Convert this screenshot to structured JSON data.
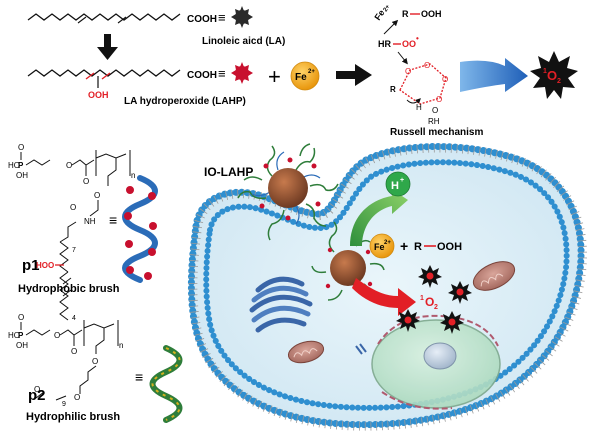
{
  "colors": {
    "membrane_head": "#2f8fd0",
    "membrane_tail": "#8c8c8c",
    "cytoplasm": "#d9ecf5",
    "nucleus": "#bfe3cf",
    "peroxide_red": "#e21f26",
    "fe_orange": "#f2a81c",
    "arrow_blue": "#1f6fc4",
    "arrow_green": "#3aa04a",
    "singlet_oxygen_dark": "#111111",
    "helix_blue": "#2b6cb8",
    "helix_green": "#2e7d3a",
    "iron_oxide_core": "#8b4a2b"
  },
  "icons": {
    "la_burst": "dark-spiky-ball-icon",
    "lahp_burst": "red-spiky-ball-icon",
    "singlet_oxygen": "skull-burst-icon"
  },
  "top": {
    "la_formula_suffix": "COOH",
    "la_label": "Linoleic aicd (LA)",
    "lahp_formula_suffix": "COOH",
    "lahp_ooh": "OOH",
    "lahp_label": "LA hydroperoxide (LAHP)",
    "equiv": "≡",
    "plus": "+",
    "fe_label": "Fe",
    "fe_charge": "2+"
  },
  "russell": {
    "fe_tag": "Fe",
    "fe_tag_charge": "2+",
    "r_ooh_r": "R",
    "r_ooh_ooh": "OOH",
    "hr_label": "HR",
    "oo_label": "OO",
    "oo_charge": "•",
    "o_ring": "O",
    "r_label": "R",
    "h_label": "H",
    "rh_label": "RH",
    "o_h": "O",
    "singlet_label": "O",
    "singlet_pre": "1",
    "singlet_sub": "2",
    "caption": "Russell mechanism"
  },
  "p1": {
    "o_top": "O",
    "o_mid": "O",
    "p_label": "P",
    "ho1": "HO",
    "oh": "OH",
    "n_sub": "n",
    "nh": "NH",
    "hoo": "HOO",
    "seven": "7",
    "four": "4",
    "name": "p1",
    "caption": "Hydrophobic brush",
    "equiv": "≡"
  },
  "p2": {
    "o_top": "O",
    "p_label": "P",
    "ho1": "HO",
    "oh": "OH",
    "n_sub": "n",
    "nine": "9",
    "name": "p2",
    "caption": "Hydrophilic brush",
    "equiv": "≡"
  },
  "cell": {
    "nanoparticle_label": "IO-LAHP",
    "h_plus": "H",
    "h_plus_charge": "+",
    "fe_label": "Fe",
    "fe_charge": "2+",
    "plus": "+",
    "r_label": "R",
    "ooh_label": "OOH",
    "singlet_pre": "1",
    "singlet_label": "O",
    "singlet_sub": "2"
  }
}
